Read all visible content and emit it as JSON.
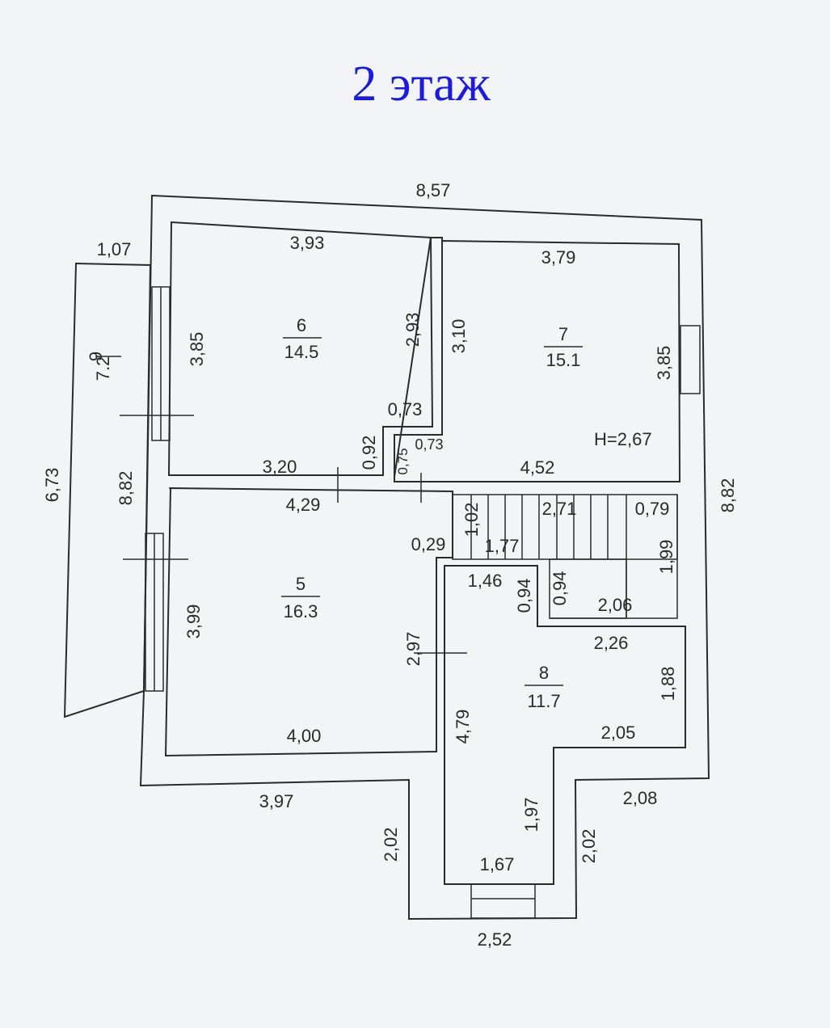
{
  "title": "2 этаж",
  "rooms": [
    {
      "number": "6",
      "area": "14.5"
    },
    {
      "number": "7",
      "area": "15.1"
    },
    {
      "number": "5",
      "area": "16.3"
    },
    {
      "number": "8",
      "area": "11.7"
    },
    {
      "number": "9",
      "area": "7.2"
    }
  ],
  "height_label": "H=2,67",
  "dims": {
    "outer_top": "8,57",
    "balcony_top": "1,07",
    "balcony_height": "6,73",
    "outer_left": "8,82",
    "outer_right": "8,82",
    "r6_top": "3,93",
    "r6_left": "3,85",
    "r6_right": "2,93",
    "r6_notch": "0,73",
    "r6_door": "0,92",
    "r6_bottom": "3,20",
    "r7_top": "3,79",
    "r7_left": "3,10",
    "r7_right": "3,85",
    "r7_notch_w": "0,73",
    "r7_notch_h": "0,75",
    "r7_bottom": "4,52",
    "r5_top": "4,29",
    "r5_left": "3,99",
    "r5_right": "2,97",
    "r5_bottom": "4,00",
    "stair_w": "2,71",
    "stair_h": "1,02",
    "stair_right_w": "0,79",
    "stair_right_h": "1,99",
    "wall_029": "0,29",
    "stair_177": "1,77",
    "r8_top": "1,46",
    "r8_094a": "0,94",
    "r8_094b": "0,94",
    "r8_206": "2,06",
    "r8_226": "2,26",
    "r8_188": "1,88",
    "r8_left": "4,79",
    "r8_205": "2,05",
    "r8_197": "1,97",
    "r8_bottom": "1,67",
    "outer_bottom_left": "3,97",
    "outer_bottom_right": "2,08",
    "bay_left": "2,02",
    "bay_right": "2,02",
    "bay_bottom": "2,52"
  }
}
